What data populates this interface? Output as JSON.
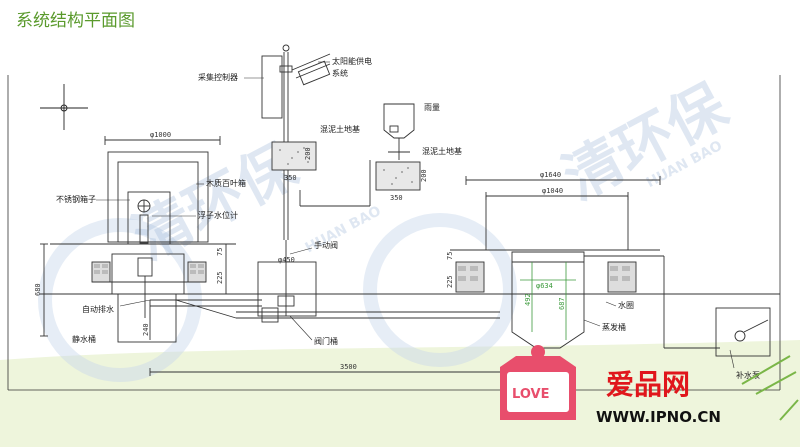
{
  "title": "系统结构平面图",
  "labels": {
    "collector": "采集控制器",
    "solar_1": "太阳能供电",
    "solar_2": "系统",
    "rain": "雨量",
    "concrete_1": "混泥土地基",
    "concrete_2": "混泥土地基",
    "ss_box": "不锈钢箱子",
    "wood_box": "木质百叶箱",
    "float": "浮子水位计",
    "valve": "手动阀",
    "auto_drain": "自动排水",
    "static_tank": "静水桶",
    "valve_tank": "阀门桶",
    "water_ring": "水圈",
    "evap_tank": "蒸发桶",
    "pump": "补水泵"
  },
  "dims": {
    "d1000": "φ1000",
    "d1640": "φ1640",
    "d1040": "φ1040",
    "d450": "φ450",
    "d634": "φ634",
    "h200a": "200",
    "w350a": "350",
    "h200b": "200",
    "w350b": "350",
    "h680": "680",
    "h225a": "225",
    "h75a": "75",
    "h225b": "225",
    "h75b": "75",
    "h240": "240",
    "h492": "492",
    "h687": "687",
    "w3500": "3500"
  },
  "watermark": {
    "text": "清环保",
    "pinyin": "HUAN BAO"
  },
  "brand": {
    "cn": "爱品网",
    "url": "WWW.IPNO.CN",
    "badge": "LOVE"
  },
  "colors": {
    "title": "#5a9a2c",
    "footer": "#eef5dc",
    "brand_red": "#e0161c",
    "badge": "#e84e6c",
    "dim_green": "#3c9a3c"
  }
}
